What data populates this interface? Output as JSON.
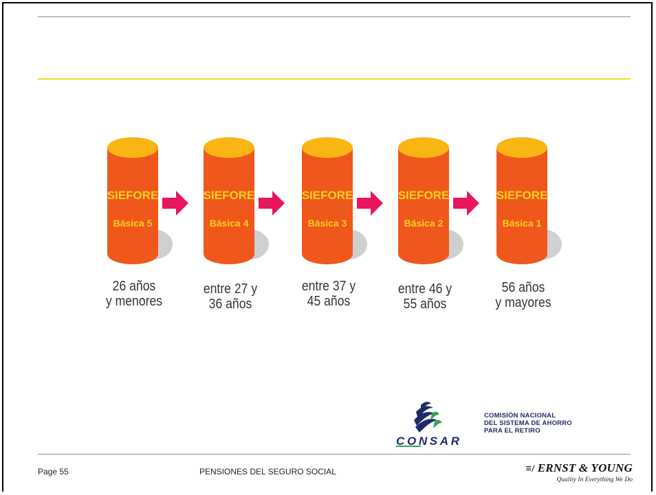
{
  "cylinders": [
    {
      "title": "SIEFORE",
      "subtitle": "Básica 5",
      "age_lines": [
        "26 años",
        "y menores"
      ]
    },
    {
      "title": "SIEFORE",
      "subtitle": "Básica 4",
      "age_lines": [
        "entre 27 y",
        "36 años"
      ]
    },
    {
      "title": "SIEFORE",
      "subtitle": "Básica 3",
      "age_lines": [
        "entre 37 y",
        "45 años"
      ]
    },
    {
      "title": "SIEFORE",
      "subtitle": "Básica 2",
      "age_lines": [
        "entre 46 y",
        "55 años"
      ]
    },
    {
      "title": "SIEFORE",
      "subtitle": "Básica 1",
      "age_lines": [
        "56 años",
        "y mayores"
      ]
    }
  ],
  "colors": {
    "cylinder_body": "#f0571c",
    "cylinder_top": "#f8b514",
    "cylinder_text": "#f8d21c",
    "arrow": "#e8175d",
    "shadow": "#cfcfcf",
    "rule_accent": "#f2dc2a"
  },
  "consar": {
    "logo_text": "CONSAR",
    "lines": [
      "COMISIÓN NACIONAL",
      "DEL SISTEMA DE AHORRO",
      "PARA EL RETIRO"
    ]
  },
  "footer": {
    "page": "Page 55",
    "title": "PENSIONES DEL SEGURO SOCIAL",
    "brand": "ERNST & YOUNG",
    "tagline": "Quality In Everything We Do"
  }
}
